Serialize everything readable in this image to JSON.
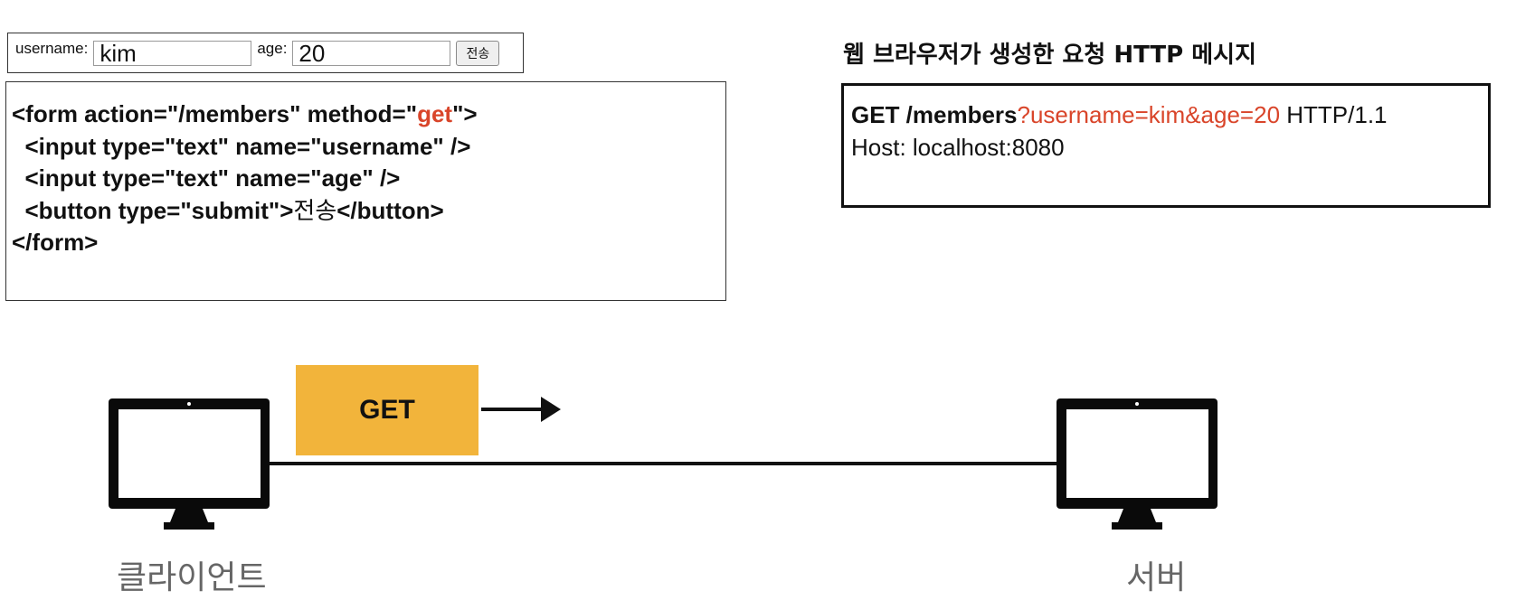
{
  "form": {
    "username_label": "username:",
    "username_value": "kim",
    "age_label": "age:",
    "age_value": "20",
    "submit_label": "전송"
  },
  "code": {
    "line1_a": "<form action=\"",
    "line1_b": "/members",
    "line1_c": "\" method=\"",
    "line1_d": "get",
    "line1_e": "\">",
    "line2_a": "  <input type=\"text\" name=\"",
    "line2_b": "username",
    "line2_c": "\" />",
    "line3_a": "  <input type=\"text\" name=\"",
    "line3_b": "age",
    "line3_c": "\" />",
    "line4_a": "  <button type=\"submit\">",
    "line4_b": "전송",
    "line4_c": "</button>",
    "line5": "</form>"
  },
  "message": {
    "title": "웹 브라우저가 생성한 요청 HTTP 메시지",
    "line1_method": "GET ",
    "line1_path": "/members",
    "line1_query": "?username=kim&age=20",
    "line1_version": " HTTP/1.1",
    "line2": "Host: localhost:8080"
  },
  "diagram": {
    "request_label": "GET",
    "client_label": "클라이언트",
    "server_label": "서버",
    "accent_color": "#f2b43b",
    "highlight_color": "#d9452a"
  }
}
